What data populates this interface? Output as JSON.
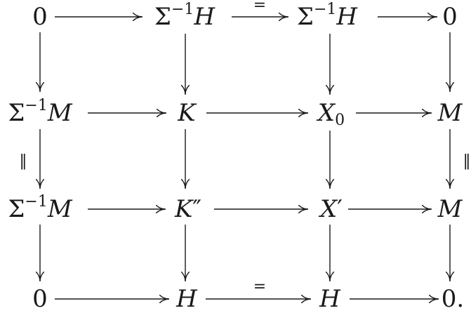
{
  "nodes": {
    "r0c0": "0",
    "r0c1": "Σ⁻¹H",
    "r0c2": "Σ⁻¹H",
    "r0c3": "0",
    "r1c0": "Σ⁻¹M",
    "r1c1": "K",
    "r1c2": "X₀",
    "r1c3": "M",
    "r2c0": "Σ⁻¹M",
    "r2c1": "K″",
    "r2c2": "X′",
    "r2c3": "M",
    "r3c0": "0",
    "r3c1": "H",
    "r3c2": "H",
    "r3c3": "0."
  },
  "arrow_labels": {
    "top_middle": "=",
    "bottom_middle": "=",
    "left_vertical": "‖",
    "right_vertical": "‖"
  },
  "glyphs": {
    "sigma": "Σ",
    "minus_one": "−1"
  },
  "colors": {
    "ink": "#1a1a1a",
    "background": "#ffffff"
  }
}
